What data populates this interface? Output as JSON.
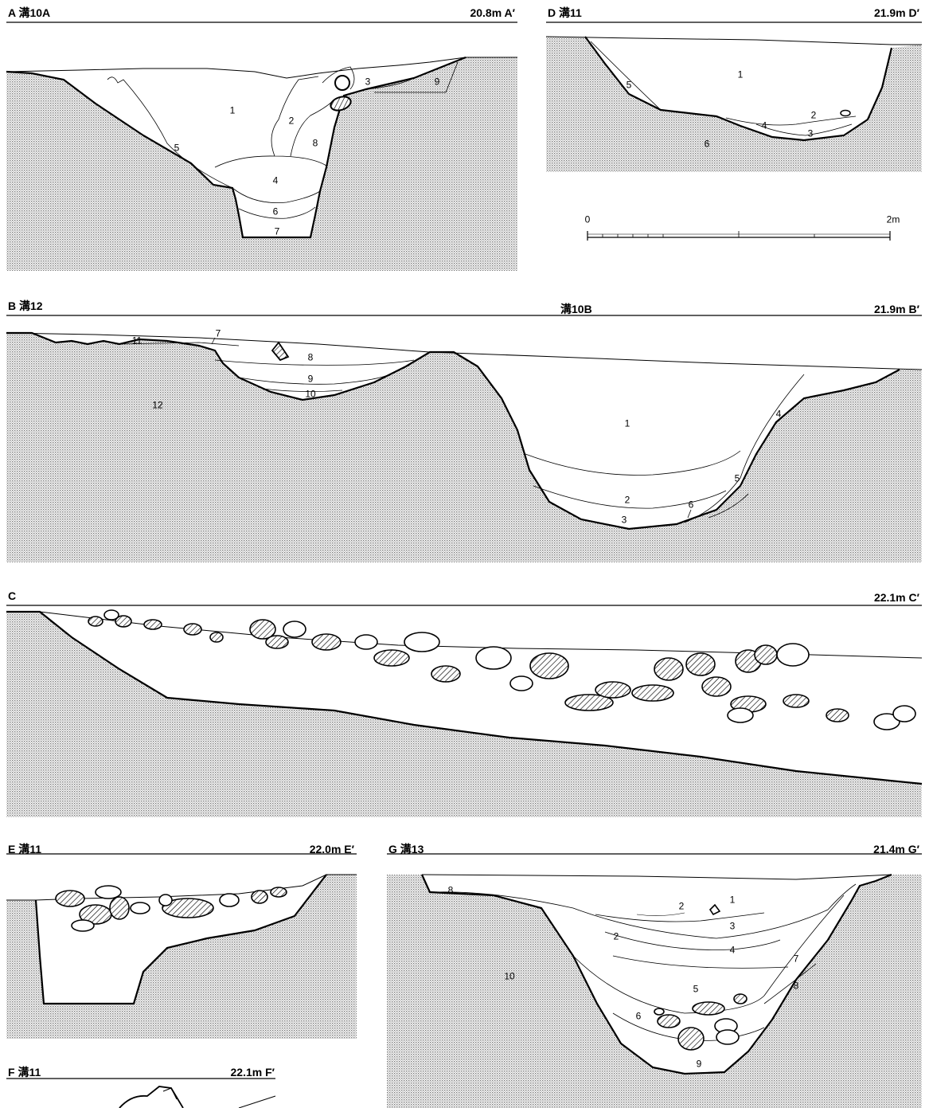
{
  "sections": {
    "A": {
      "left": "A 溝10A",
      "right": "20.8m A′",
      "layers": [
        "1",
        "2",
        "3",
        "4",
        "5",
        "6",
        "7",
        "8",
        "9"
      ]
    },
    "D": {
      "left": "D 溝11",
      "right": "21.9m D′",
      "layers": [
        "1",
        "2",
        "3",
        "4",
        "5",
        "6"
      ]
    },
    "B": {
      "left": "B 溝12",
      "middle": "溝10B",
      "right": "21.9m B′",
      "layers": [
        "1",
        "2",
        "3",
        "4",
        "5",
        "6",
        "7",
        "8",
        "9",
        "10",
        "11",
        "12"
      ]
    },
    "C": {
      "left": "C",
      "right": "22.1m C′"
    },
    "E": {
      "left": "E 溝11",
      "right": "22.0m E′"
    },
    "F": {
      "left": "F 溝11",
      "right": "22.1m F′"
    },
    "G": {
      "left": "G 溝13",
      "right": "21.4m G′",
      "layers": [
        "1",
        "2",
        "3",
        "4",
        "5",
        "6",
        "7",
        "8",
        "9",
        "10"
      ]
    }
  },
  "scale": {
    "start": "0",
    "end": "2m"
  },
  "colors": {
    "line": "#000000",
    "soil_fill": "#d9d9d9",
    "stone_hatch": "#000000"
  }
}
